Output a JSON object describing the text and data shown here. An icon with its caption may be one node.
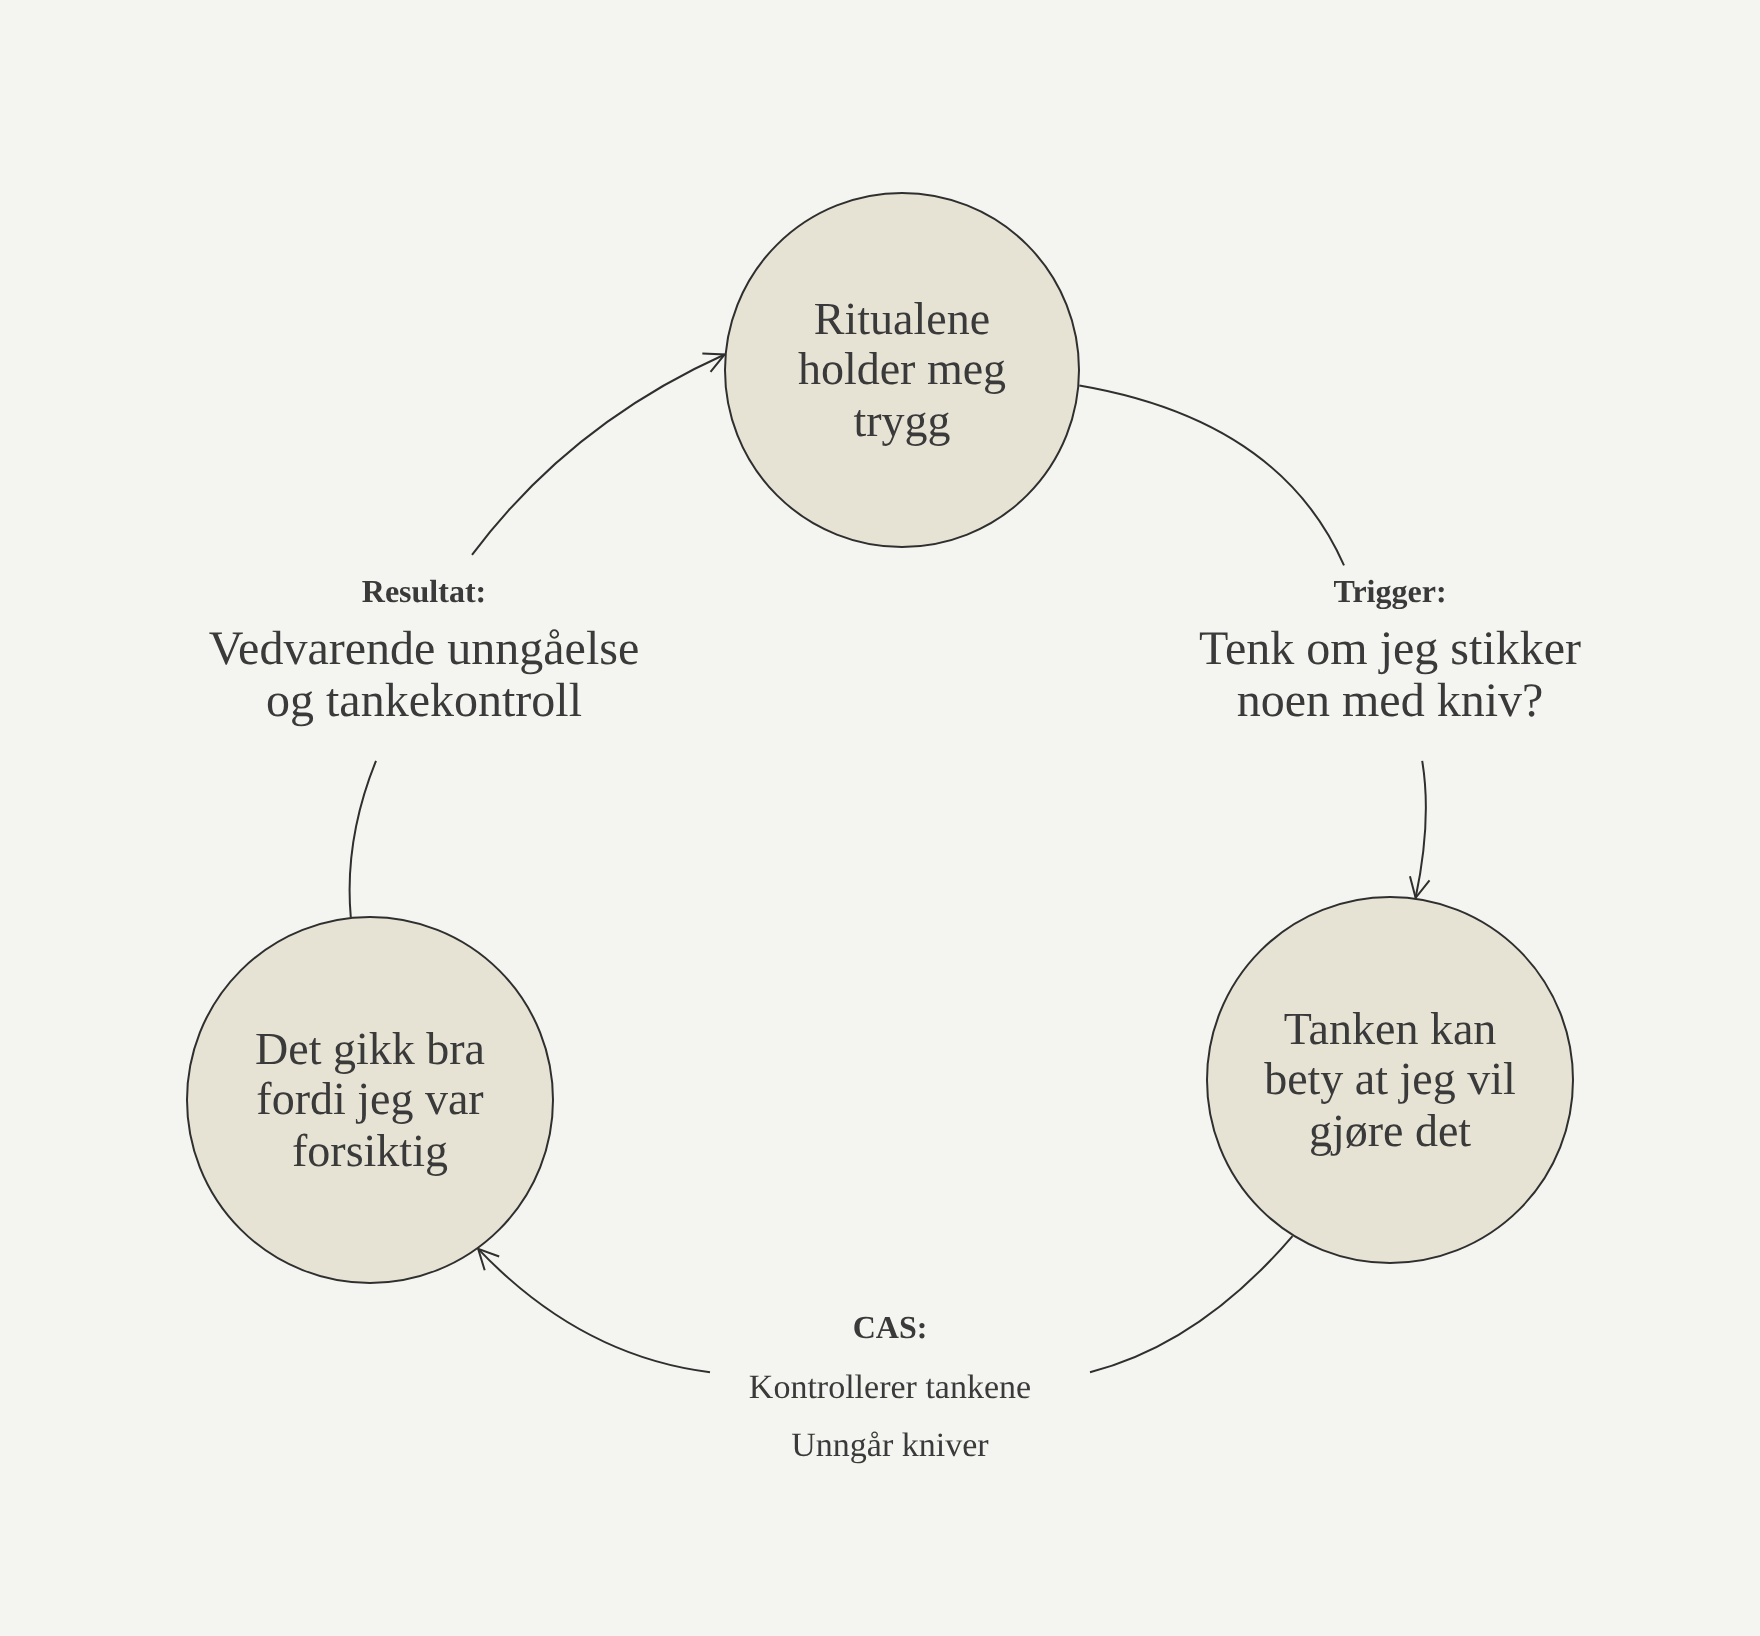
{
  "diagram": {
    "nodes": [
      {
        "text": [
          "Ritualene holder meg trygg"
        ]
      },
      {
        "text": [
          "Trigger:",
          "Tenk om jeg stikker noen med kniv?"
        ]
      },
      {
        "text": [
          "Tanken kan bety at jeg vil gjøre det"
        ]
      },
      {
        "text": [
          "CAS:",
          "Kontrollerer tankene",
          "Unngår kniver"
        ]
      },
      {
        "text": [
          "Det gikk bra fordi jeg var forsiktig"
        ]
      },
      {
        "text": [
          "Resultat:",
          "Vedvarende unngåelse og tankekontroll"
        ]
      }
    ],
    "edges": [
      {
        "from": 0,
        "to": 1,
        "arrow": "none"
      },
      {
        "from": 1,
        "to": 2,
        "arrow": "to"
      },
      {
        "from": 2,
        "to": 3,
        "arrow": "none"
      },
      {
        "from": 3,
        "to": 4,
        "arrow": "to"
      },
      {
        "from": 4,
        "to": 5,
        "arrow": "none"
      },
      {
        "from": 5,
        "to": 0,
        "arrow": "to"
      }
    ]
  }
}
